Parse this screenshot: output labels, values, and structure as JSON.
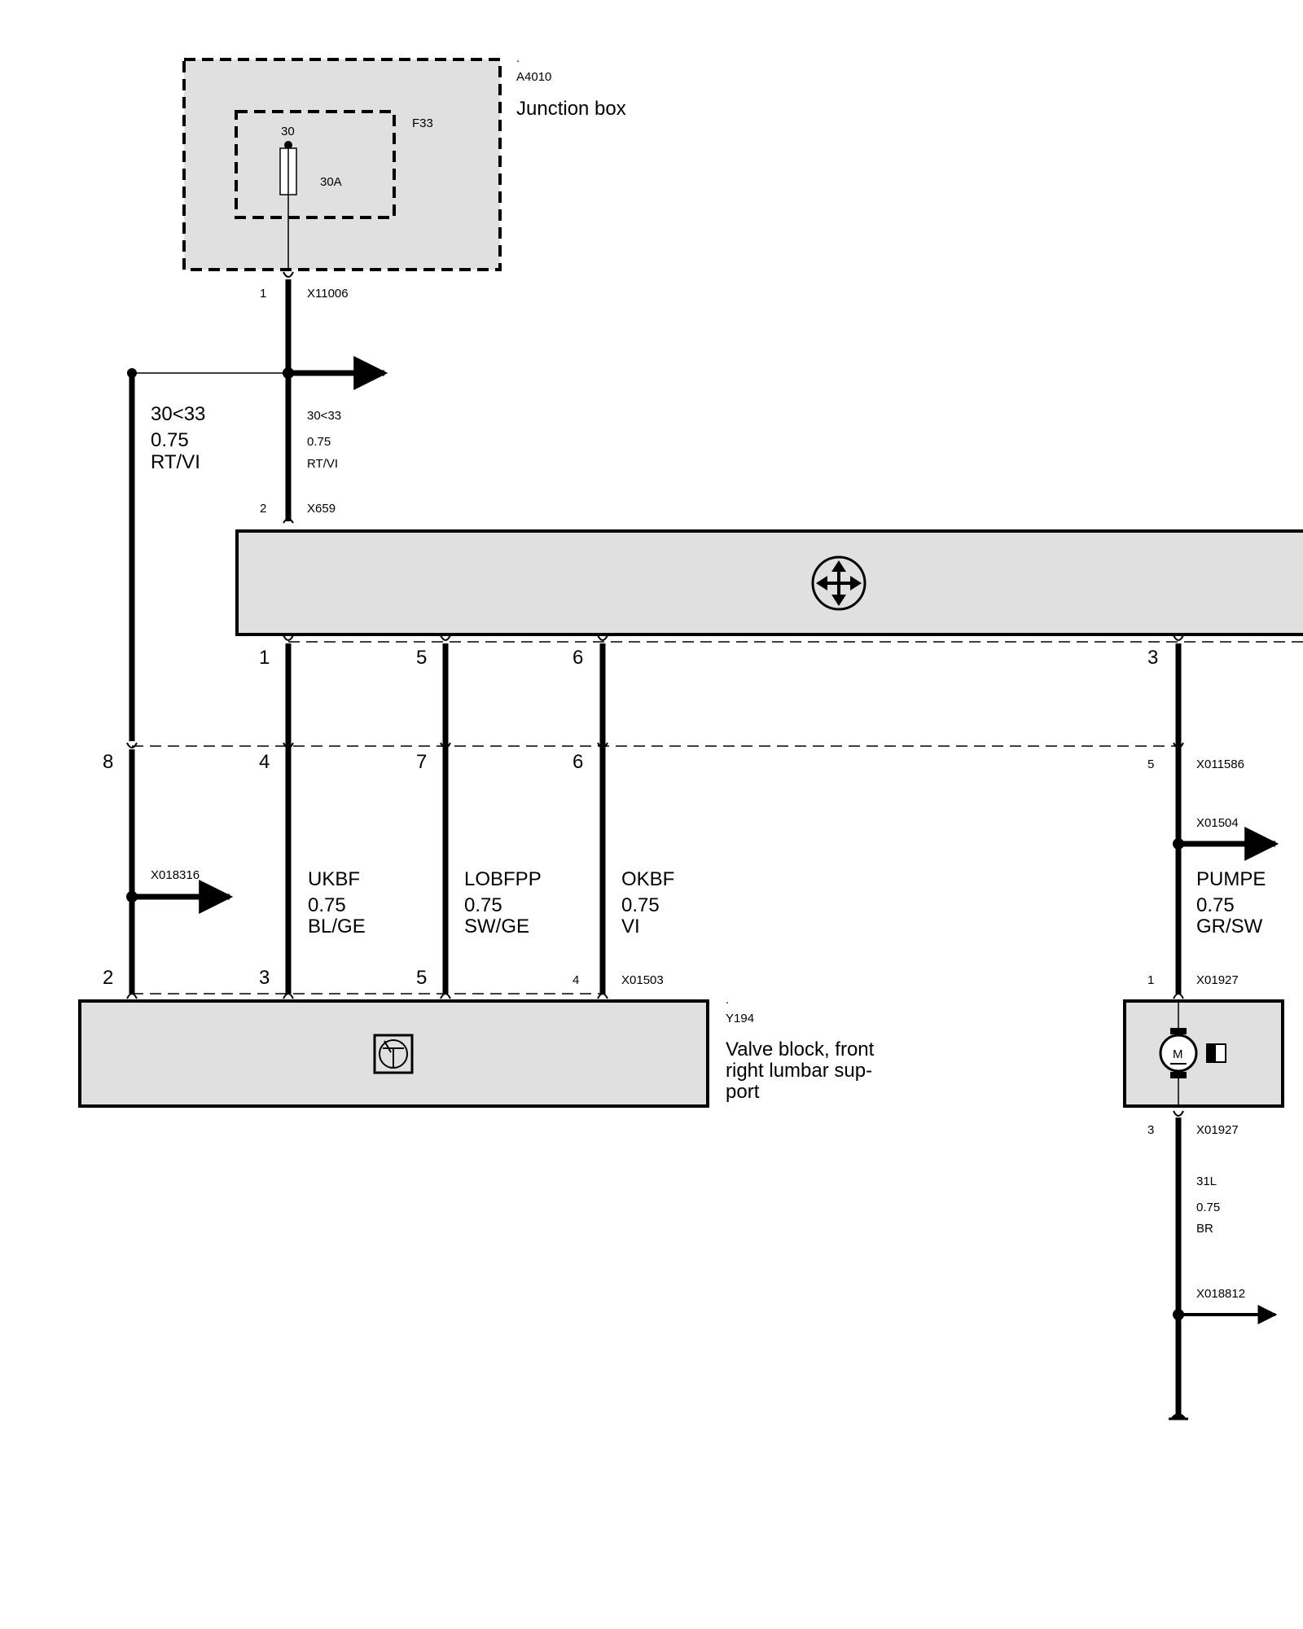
{
  "junction_box": {
    "dot": ".",
    "code": "A4010",
    "name": "Junction box",
    "fuse": {
      "id": "F33",
      "terminal": "30",
      "rating": "30A"
    },
    "out_pin": "1",
    "out_connector": "X11006"
  },
  "wire_30": {
    "right": {
      "line1": "30<33",
      "line2": "0.75",
      "line3": "RT/VI"
    },
    "left": {
      "line1": "30<33",
      "line2": "0.75",
      "line3": "RT/VI"
    }
  },
  "control_module": {
    "in_pin": "2",
    "in_connector": "X659",
    "out_pins": [
      "1",
      "5",
      "6",
      "3"
    ]
  },
  "middle_connector": {
    "pins": [
      "8",
      "4",
      "7",
      "6",
      "5"
    ],
    "code": "X011586"
  },
  "splices": {
    "left": "X018316",
    "pump": "X01504",
    "ground": "X018812"
  },
  "wires": [
    {
      "line1": "UKBF",
      "line2": "0.75",
      "line3": "BL/GE"
    },
    {
      "line1": "LOBFPP",
      "line2": "0.75",
      "line3": "SW/GE"
    },
    {
      "line1": "OKBF",
      "line2": "0.75",
      "line3": "VI"
    },
    {
      "line1": "PUMPE",
      "line2": "0.75",
      "line3": "GR/SW"
    }
  ],
  "valve_block": {
    "pins": [
      "2",
      "3",
      "5",
      "4"
    ],
    "connector": "X01503",
    "dot": ".",
    "code": "Y194",
    "desc_line1": "Valve block, front",
    "desc_line2": "right lumbar sup-",
    "desc_line3": "port"
  },
  "pump_motor": {
    "top_pin": "1",
    "top_connector": "X01927",
    "bottom_pin": "3",
    "bottom_connector": "X01927",
    "symbol": "M"
  },
  "ground_wire": {
    "line1": "31L",
    "line2": "0.75",
    "line3": "BR"
  }
}
